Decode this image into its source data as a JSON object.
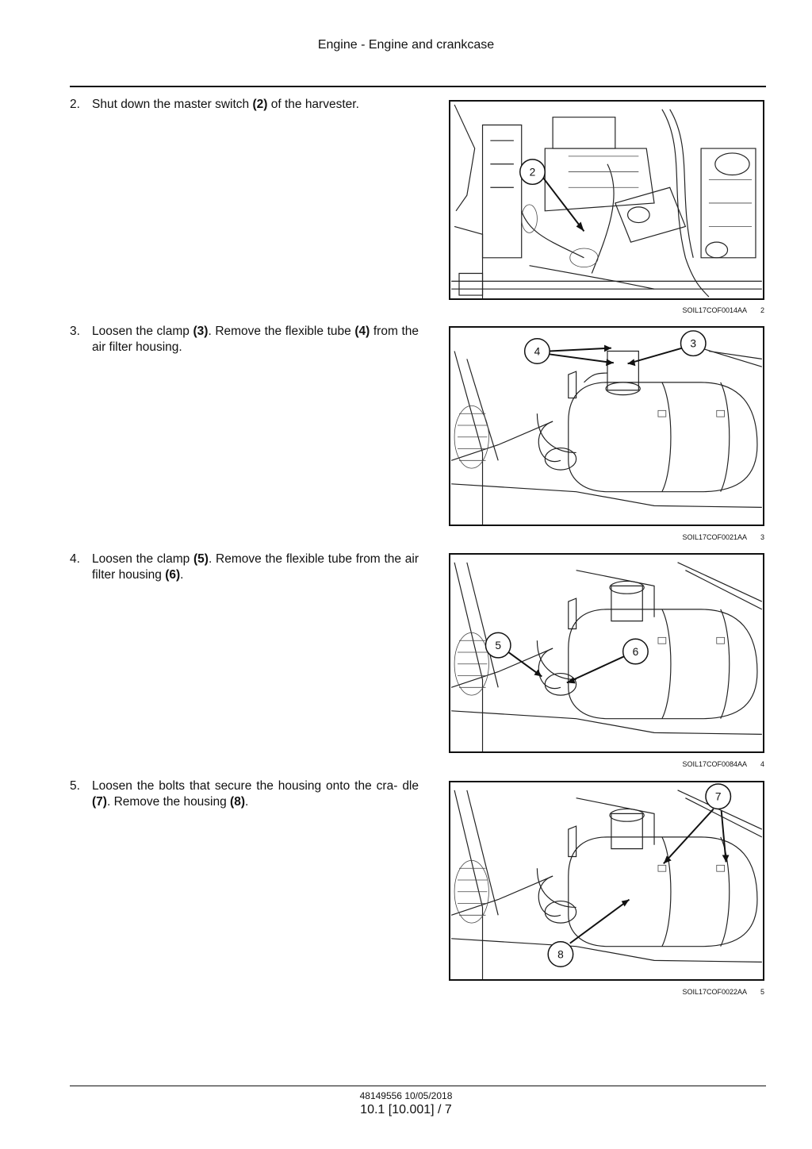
{
  "header": {
    "title": "Engine - Engine and crankcase"
  },
  "steps": [
    {
      "num": "2.",
      "parts": [
        "Shut down the master switch ",
        "(2)",
        " of the harvester."
      ]
    },
    {
      "num": "3.",
      "parts": [
        "Loosen the clamp ",
        "(3)",
        ".  Remove the flexible tube ",
        "(4)",
        " from the air filter housing."
      ]
    },
    {
      "num": "4.",
      "parts": [
        "Loosen the clamp ",
        "(5)",
        ".  Remove the flexible tube from the air filter housing ",
        "(6)",
        "."
      ]
    },
    {
      "num": "5.",
      "parts": [
        "Loosen the bolts that secure the housing onto the cra- dle ",
        "(7)",
        ".  Remove the housing ",
        "(8)",
        "."
      ]
    }
  ],
  "figures": [
    {
      "code": "SOIL17COF0014AA",
      "number": "2",
      "callouts": [
        "2"
      ]
    },
    {
      "code": "SOIL17COF0021AA",
      "number": "3",
      "callouts": [
        "4",
        "3"
      ]
    },
    {
      "code": "SOIL17COF0084AA",
      "number": "4",
      "callouts": [
        "5",
        "6"
      ]
    },
    {
      "code": "SOIL17COF0022AA",
      "number": "5",
      "callouts": [
        "7",
        "8"
      ]
    }
  ],
  "footer": {
    "doc": "48149556 10/05/2018",
    "page": "10.1 [10.001] / 7"
  }
}
